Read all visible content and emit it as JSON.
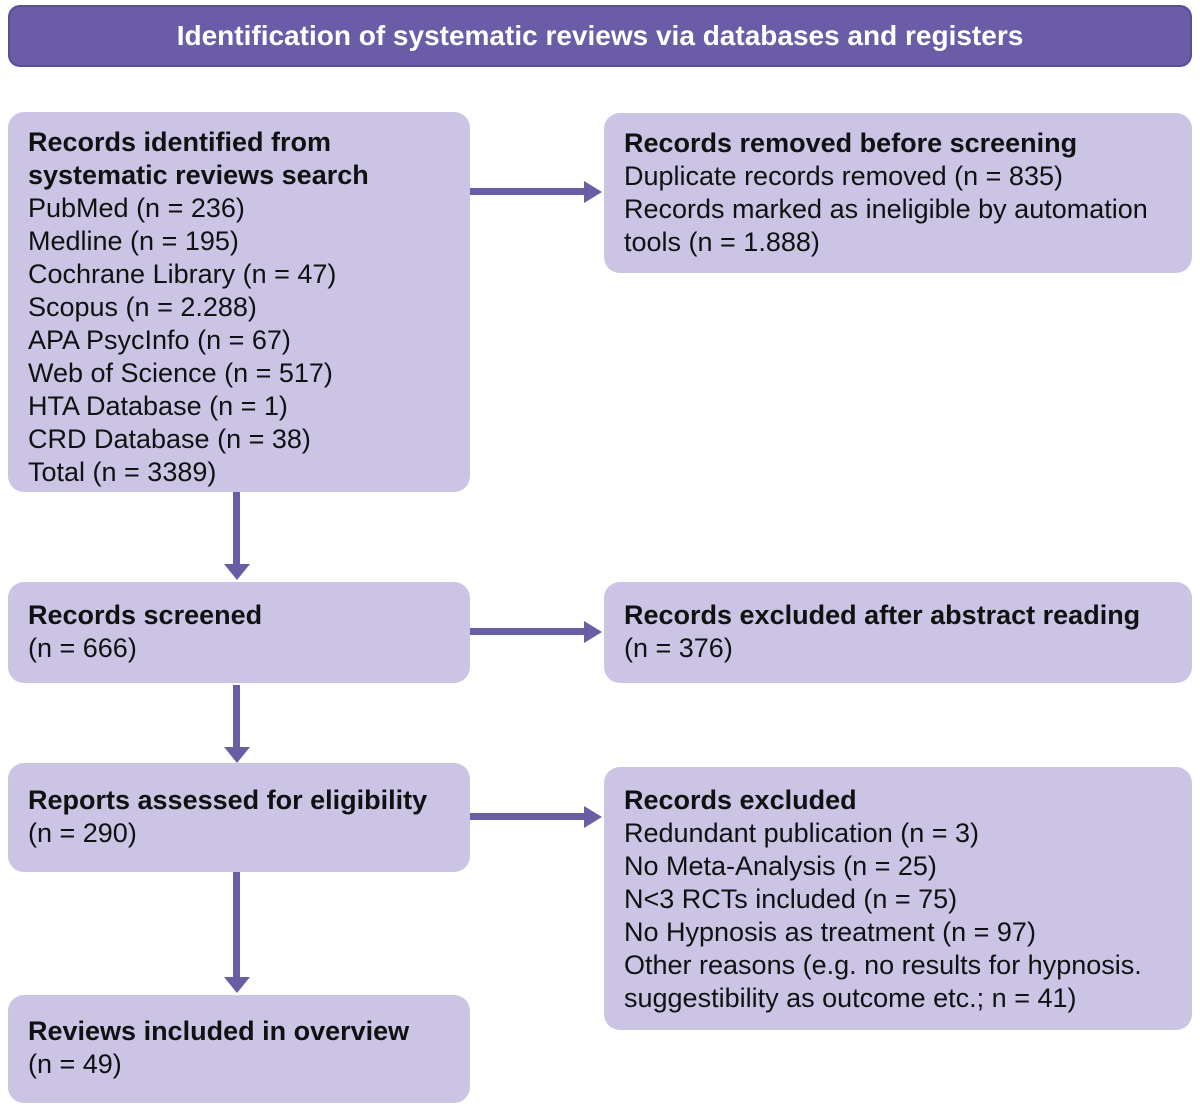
{
  "banner": {
    "title": "Identification of systematic reviews via databases and registers"
  },
  "colors": {
    "banner_bg": "#6b5ca8",
    "banner_border": "#5a4c96",
    "banner_text": "#ffffff",
    "box_bg": "#cbc4e5",
    "arrow": "#6a5da3",
    "text": "#111111",
    "page_bg": "#ffffff"
  },
  "boxes": {
    "identified": {
      "heading": "Records identified from systematic reviews search",
      "lines": [
        "PubMed (n = 236)",
        "Medline (n = 195)",
        "Cochrane Library (n = 47)",
        "Scopus (n = 2.288)",
        "APA PsycInfo (n = 67)",
        "Web of Science (n = 517)",
        "HTA Database (n = 1)",
        "CRD Database (n = 38)",
        "Total (n = 3389)"
      ]
    },
    "removed": {
      "heading": "Records removed before screening",
      "lines": [
        "Duplicate records removed (n = 835)",
        "Records marked as ineligible by automation tools (n = 1.888)"
      ]
    },
    "screened": {
      "heading": "Records screened",
      "lines": [
        "(n = 666)"
      ]
    },
    "excluded_abstract": {
      "heading": "Records excluded after abstract reading",
      "lines": [
        "(n = 376)"
      ]
    },
    "assessed": {
      "heading": "Reports assessed for eligibility",
      "lines": [
        "(n = 290)"
      ]
    },
    "excluded_reports": {
      "heading": "Records excluded",
      "lines": [
        "Redundant publication (n = 3)",
        "No Meta-Analysis (n = 25)",
        "N<3 RCTs included (n = 75)",
        "No Hypnosis as treatment (n = 97)",
        "Other reasons (e.g. no results for hypnosis. suggestibility as outcome etc.; n = 41)"
      ]
    },
    "included": {
      "heading": "Reviews included in overview",
      "lines": [
        "(n = 49)"
      ]
    }
  }
}
